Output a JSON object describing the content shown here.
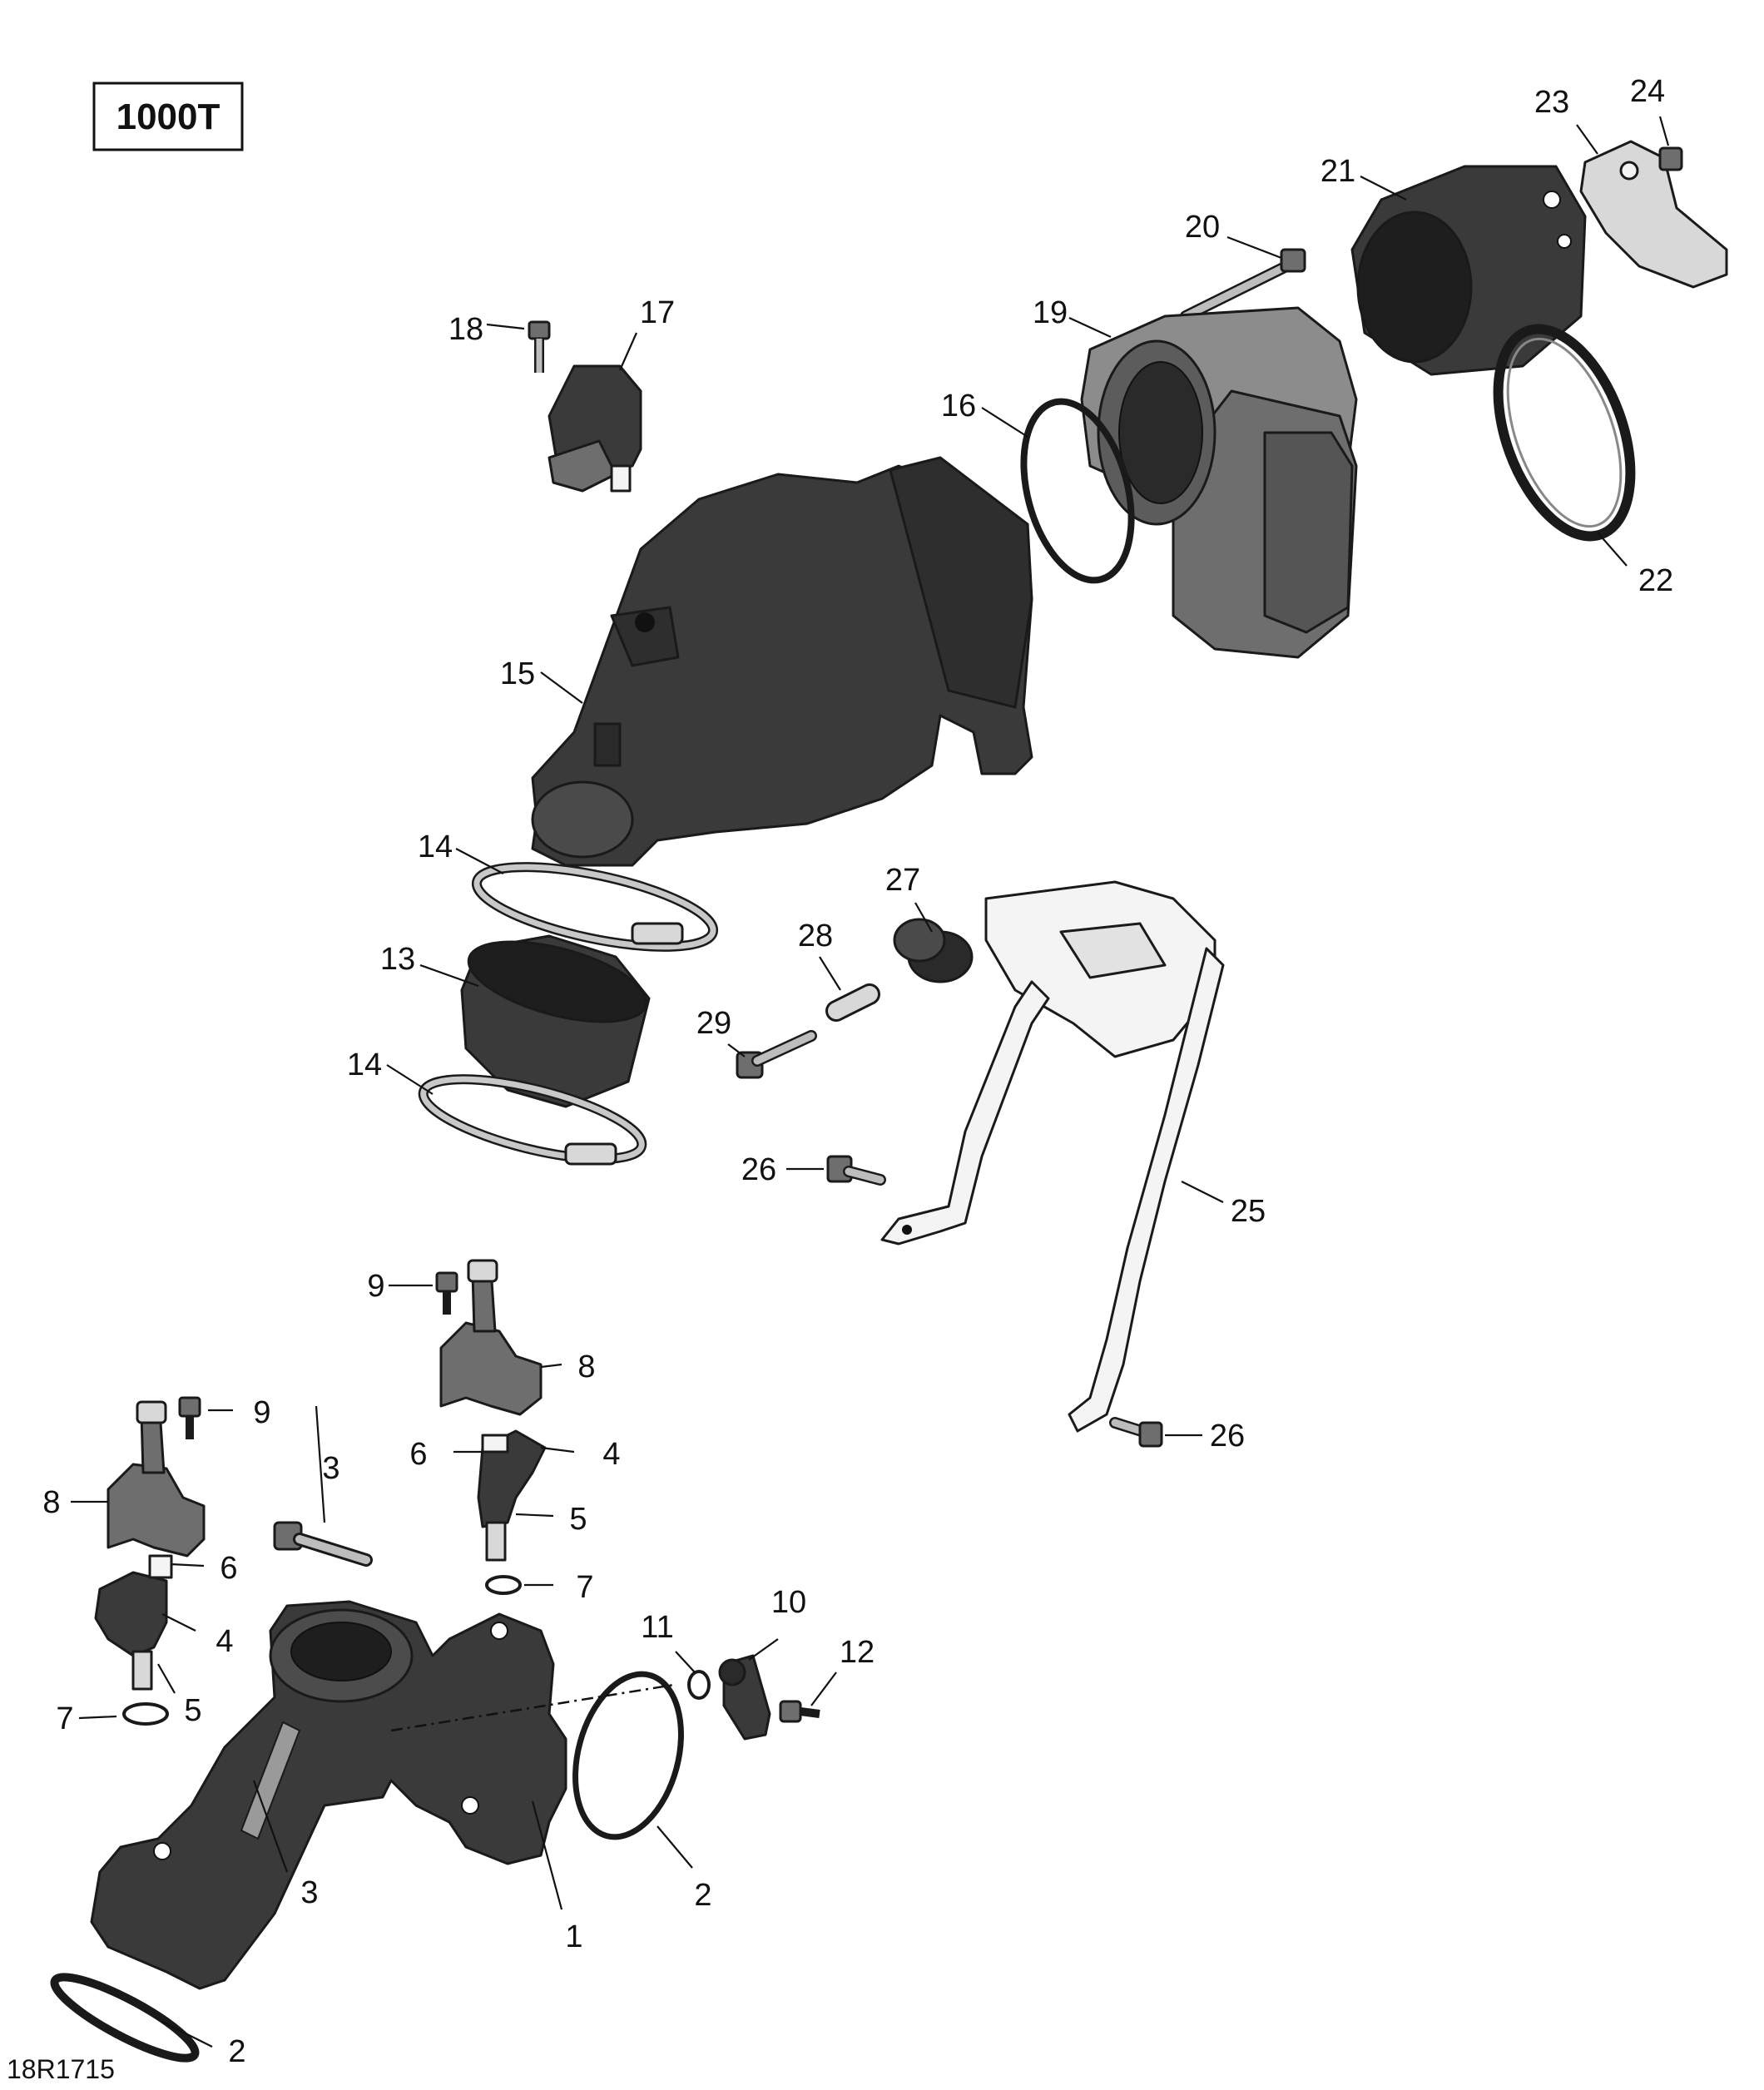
{
  "model_badge": "1000T",
  "figure_code": "18R1715",
  "callouts": [
    "1",
    "2",
    "2",
    "3",
    "3",
    "4",
    "4",
    "5",
    "5",
    "6",
    "6",
    "7",
    "7",
    "8",
    "8",
    "9",
    "9",
    "10",
    "11",
    "12",
    "13",
    "14",
    "14",
    "15",
    "16",
    "17",
    "18",
    "19",
    "20",
    "21",
    "22",
    "23",
    "24",
    "25",
    "26",
    "26",
    "27",
    "28",
    "29"
  ],
  "colors": {
    "dark_part": "#3a3a3a",
    "mid_part": "#6e6e6e",
    "light_part": "#d8d8d8",
    "line": "#111111"
  }
}
